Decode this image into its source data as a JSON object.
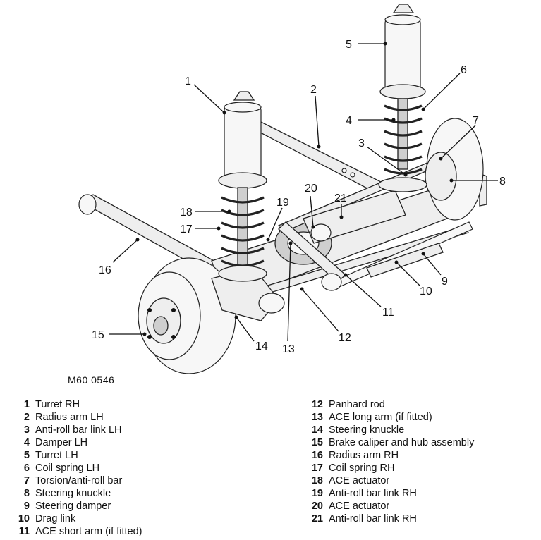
{
  "figure_ref": "M60 0546",
  "callouts": [
    "1",
    "2",
    "3",
    "4",
    "5",
    "6",
    "7",
    "8",
    "9",
    "10",
    "11",
    "12",
    "13",
    "14",
    "15",
    "16",
    "17",
    "18",
    "19",
    "20",
    "21"
  ],
  "legend": [
    {
      "num": "1",
      "label": "Turret RH"
    },
    {
      "num": "2",
      "label": "Radius arm LH"
    },
    {
      "num": "3",
      "label": "Anti-roll bar link LH"
    },
    {
      "num": "4",
      "label": "Damper LH"
    },
    {
      "num": "5",
      "label": "Turret LH"
    },
    {
      "num": "6",
      "label": "Coil spring LH"
    },
    {
      "num": "7",
      "label": "Torsion/anti-roll bar"
    },
    {
      "num": "8",
      "label": "Steering knuckle"
    },
    {
      "num": "9",
      "label": "Steering damper"
    },
    {
      "num": "10",
      "label": "Drag link"
    },
    {
      "num": "11",
      "label": "ACE short arm (if fitted)"
    },
    {
      "num": "12",
      "label": "Panhard rod"
    },
    {
      "num": "13",
      "label": "ACE long arm (if fitted)"
    },
    {
      "num": "14",
      "label": "Steering knuckle"
    },
    {
      "num": "15",
      "label": "Brake caliper and hub assembly"
    },
    {
      "num": "16",
      "label": "Radius arm RH"
    },
    {
      "num": "17",
      "label": "Coil spring RH"
    },
    {
      "num": "18",
      "label": "ACE actuator"
    },
    {
      "num": "19",
      "label": "Anti-roll bar link RH"
    },
    {
      "num": "20",
      "label": "ACE actuator"
    },
    {
      "num": "21",
      "label": "Anti-roll bar link RH"
    }
  ],
  "colors": {
    "ink": "#111111",
    "background": "#ffffff",
    "metal": "#eeeeee",
    "shade": "#cfcfcf"
  }
}
